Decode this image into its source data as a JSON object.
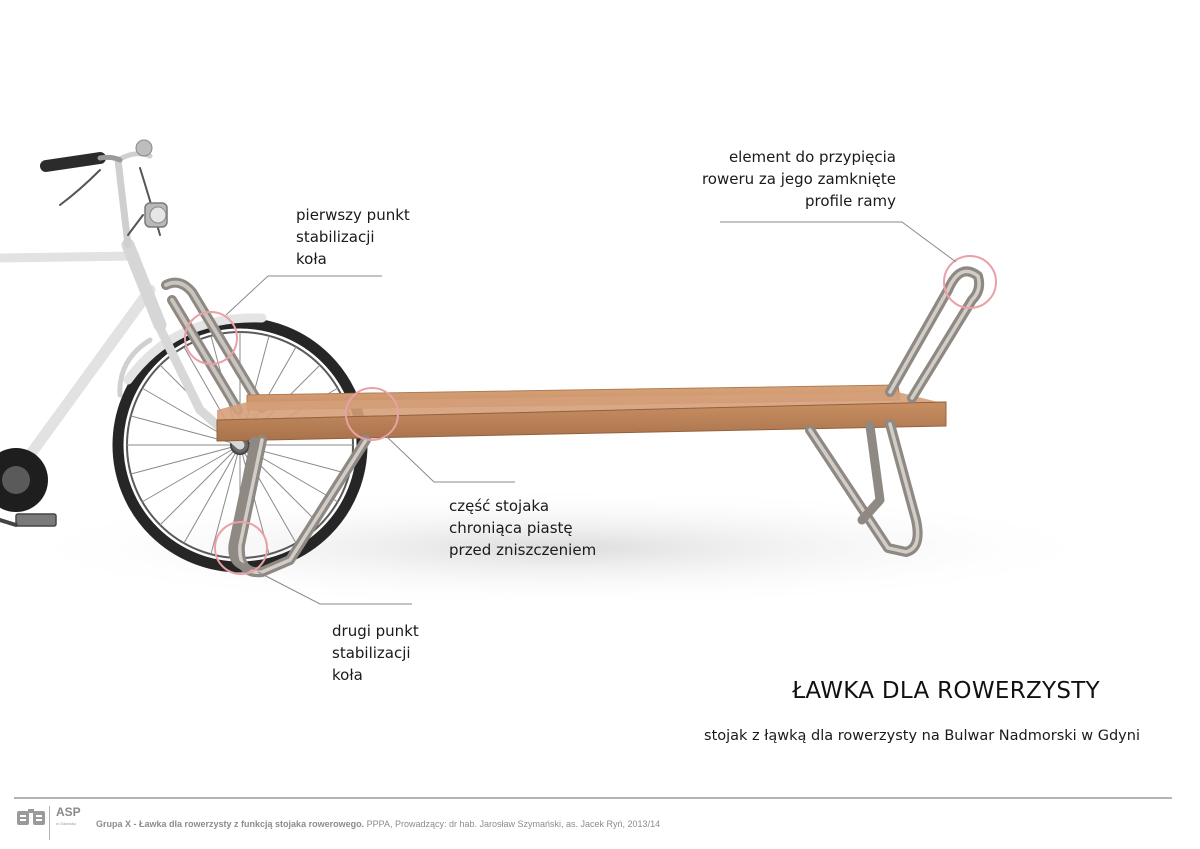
{
  "callouts": {
    "frame_lock": [
      "element do przypięcia",
      "roweru za jego zamknięte",
      "profile ramy"
    ],
    "first_point": [
      "pierwszy punkt",
      "stabilizacji",
      "koła"
    ],
    "hub_guard": [
      "część stojaka",
      "chroniąca piastę",
      "przed zniszczeniem"
    ],
    "second_point": [
      "drugi punkt",
      "stabilizacji",
      "koła"
    ]
  },
  "title": "ŁAWKA DLA ROWERZYSTY",
  "subtitle": "stojak z łąwką dla rowerzysty na Bulwar Nadmorski w Gdyni",
  "footer": {
    "logo_text": "ASP",
    "logo_subtext": "w Gdańsku",
    "group_title": "Grupa X - Ławka dla rowerzysty z funkcją stojaka rowerowego.",
    "course_info": "PPPA, Prowadzący: dr hab. Jarosław Szymański, as. Jacek Ryń, 2013/14"
  },
  "colors": {
    "highlight_circle": "#e9a0a6",
    "wood": "#c9926a",
    "steel": "#9a958e",
    "tire": "#2a2a2a"
  }
}
